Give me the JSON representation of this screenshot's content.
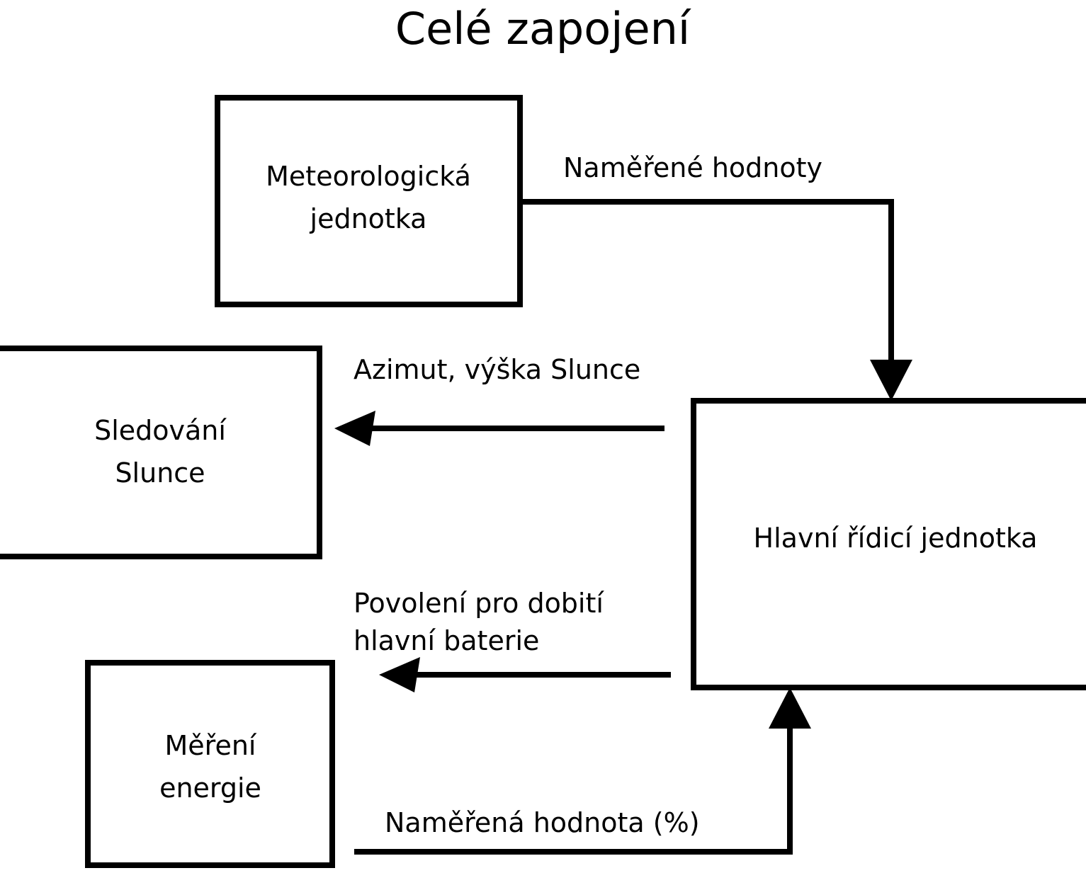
{
  "title": "Celé zapojení",
  "nodes": [
    {
      "id": "meteo",
      "lines": [
        "Meteorologická",
        "jednotka"
      ]
    },
    {
      "id": "sun-tracking",
      "lines": [
        "Sledování",
        "Slunce"
      ]
    },
    {
      "id": "main-control",
      "lines": [
        "Hlavní řídicí jednotka"
      ]
    },
    {
      "id": "energy-measurement",
      "lines": [
        "Měření",
        "energie"
      ]
    }
  ],
  "edges": [
    {
      "id": "meteo-to-main",
      "lines": [
        "Naměřené hodnoty"
      ],
      "from": "meteo",
      "to": "main-control"
    },
    {
      "id": "main-to-sun",
      "lines": [
        "Azimut, výška Slunce"
      ],
      "from": "main-control",
      "to": "sun-tracking"
    },
    {
      "id": "main-to-energy",
      "lines": [
        "Povolení pro dobití",
        "hlavní baterie"
      ],
      "from": "main-control",
      "to": "energy-measurement"
    },
    {
      "id": "energy-to-main",
      "lines": [
        "Naměřená hodnota (%)"
      ],
      "from": "energy-measurement",
      "to": "main-control"
    }
  ],
  "colors": {
    "background": "#ffffff",
    "stroke": "#000000",
    "text": "#000000"
  }
}
